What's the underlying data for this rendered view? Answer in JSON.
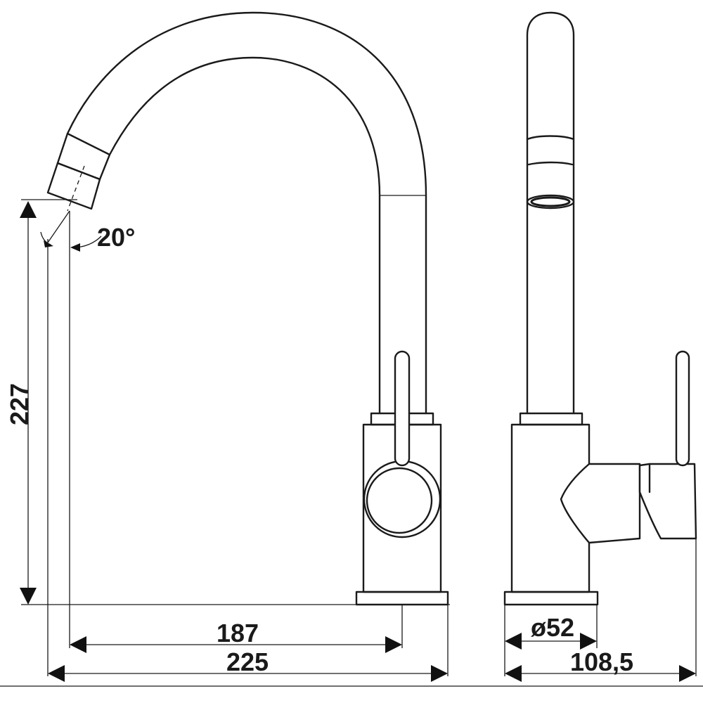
{
  "dimensions": {
    "angle": "20°",
    "height": "227",
    "reach": "187",
    "total_width_front": "225",
    "base_diameter": "ø52",
    "total_depth_side": "108,5"
  },
  "colors": {
    "line": "#1a1a1a",
    "background": "#ffffff"
  }
}
